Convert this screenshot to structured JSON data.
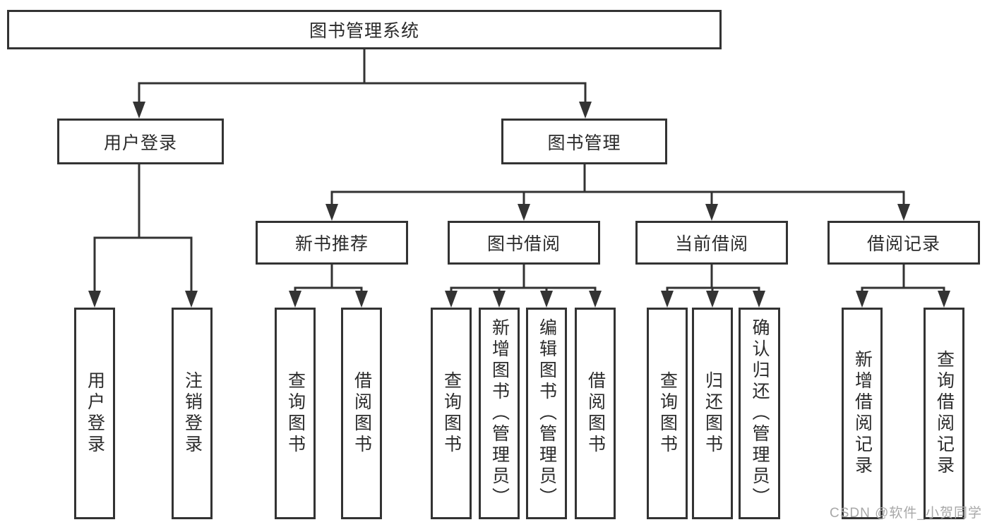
{
  "diagram": {
    "tree": {
      "label": "图书管理系统",
      "children": [
        {
          "label": "用户登录",
          "children": [
            {
              "label": "用户登录"
            },
            {
              "label": "注销登录"
            }
          ]
        },
        {
          "label": "图书管理",
          "children": [
            {
              "label": "新书推荐",
              "children": [
                {
                  "label": "查询图书"
                },
                {
                  "label": "借阅图书"
                }
              ]
            },
            {
              "label": "图书借阅",
              "children": [
                {
                  "label": "查询图书"
                },
                {
                  "label": "新增图书（管理员）"
                },
                {
                  "label": "编辑图书（管理员）"
                },
                {
                  "label": "借阅图书"
                }
              ]
            },
            {
              "label": "当前借阅",
              "children": [
                {
                  "label": "查询图书"
                },
                {
                  "label": "归还图书"
                },
                {
                  "label": "确认归还（管理员）"
                }
              ]
            },
            {
              "label": "借阅记录",
              "children": [
                {
                  "label": "新增借阅记录"
                },
                {
                  "label": "查询借阅记录"
                }
              ]
            }
          ]
        }
      ]
    },
    "colors": {
      "line": "#333333",
      "text": "#2b2b2b",
      "background": "#ffffff",
      "watermark": "#a8a8a8"
    }
  },
  "watermark": {
    "text": "CSDN @软件_小贺同学"
  }
}
